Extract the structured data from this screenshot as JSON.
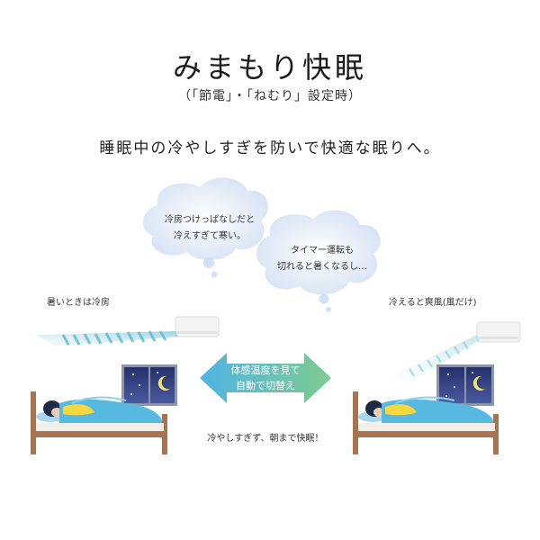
{
  "header": {
    "title": "みまもり快眠",
    "subtitle": "（「節電」・「ねむり」設定時）",
    "tagline": "睡眠中の冷やしすぎを防いで快適な眠りへ。"
  },
  "left": {
    "label": "暑いときは冷房"
  },
  "right": {
    "label": "冷えると爽風(風だけ)"
  },
  "bubbles": {
    "left_line1": "冷房つけっぱなしだと",
    "left_line2": "冷えすぎて寒い。",
    "right_line1": "タイマー運転も",
    "right_line2": "切れると暑くなるし…"
  },
  "arrow": {
    "line1": "体感温度を見て",
    "line2": "自動で切替え"
  },
  "footer": {
    "note": "冷やしすぎず、朝まで快眠！"
  },
  "colors": {
    "bubble": "#dfe8f6",
    "arrow_start": "#4fb4e6",
    "arrow_end": "#7fcb8f",
    "bed_wood": "#a8744f",
    "blanket": "#58b9e0",
    "window_sky": "#2d3a7a",
    "air_stream": "#7fc7d8"
  },
  "icons": [
    "air-conditioner-icon",
    "moon-icon",
    "star-icon",
    "sleeping-person-icon",
    "bed-icon"
  ]
}
